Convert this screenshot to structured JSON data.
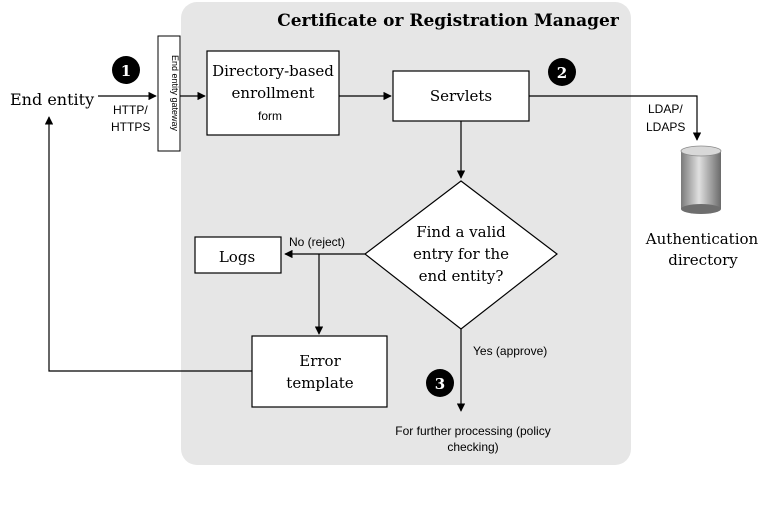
{
  "title": "Certificate or Registration Manager",
  "nodes": {
    "end_entity": "End entity",
    "gateway": "End entity gateway",
    "enrollment_form": [
      "Directory-based",
      "enrollment",
      "form"
    ],
    "servlets": "Servlets",
    "decision": [
      "Find a valid",
      "entry for the",
      "end entity?"
    ],
    "logs": "Logs",
    "error_template": [
      "Error",
      "template"
    ],
    "auth_directory": [
      "Authentication",
      "directory"
    ]
  },
  "edge_labels": {
    "http": [
      "HTTP/",
      "HTTPS"
    ],
    "ldap": [
      "LDAP/",
      "LDAPS"
    ],
    "no_reject": "No (reject)",
    "yes_approve": "Yes (approve)",
    "further": [
      "For further processing (policy",
      "checking)"
    ]
  },
  "steps": [
    "1",
    "2",
    "3"
  ],
  "colors": {
    "panel": "#e6e6e6",
    "stroke": "#000000",
    "step_badge": "#000000",
    "cylinder": "#a8a8a8"
  }
}
